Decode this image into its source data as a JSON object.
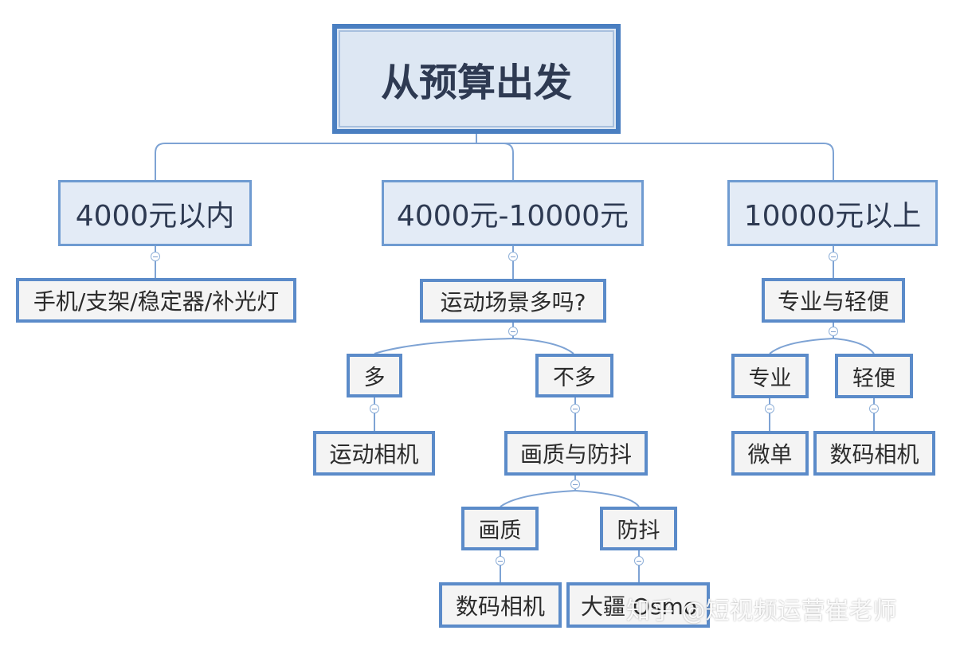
{
  "root": {
    "label": "从预算出发"
  },
  "branches": [
    {
      "label": "4000元以内",
      "children": [
        {
          "label": "手机/支架/稳定器/补光灯"
        }
      ]
    },
    {
      "label": "4000元-10000元",
      "children": [
        {
          "label": "运动场景多吗?",
          "children": [
            {
              "label": "多",
              "children": [
                {
                  "label": "运动相机"
                }
              ]
            },
            {
              "label": "不多",
              "children": [
                {
                  "label": "画质与防抖",
                  "children": [
                    {
                      "label": "画质",
                      "children": [
                        {
                          "label": "数码相机"
                        }
                      ]
                    },
                    {
                      "label": "防抖",
                      "children": [
                        {
                          "label": "大疆 Osmo"
                        }
                      ]
                    }
                  ]
                }
              ]
            }
          ]
        }
      ]
    },
    {
      "label": "10000元以上",
      "children": [
        {
          "label": "专业与轻便",
          "children": [
            {
              "label": "专业",
              "children": [
                {
                  "label": "微单"
                }
              ]
            },
            {
              "label": "轻便",
              "children": [
                {
                  "label": "数码相机"
                }
              ]
            }
          ]
        }
      ]
    }
  ],
  "watermark": "知乎 @短视频运营崔老师",
  "colors": {
    "line": "#7ea3d4",
    "border": "#5b8bc9",
    "root_fill": "#dde7f3"
  },
  "icons": {
    "collapse": "collapse-minus-icon"
  }
}
